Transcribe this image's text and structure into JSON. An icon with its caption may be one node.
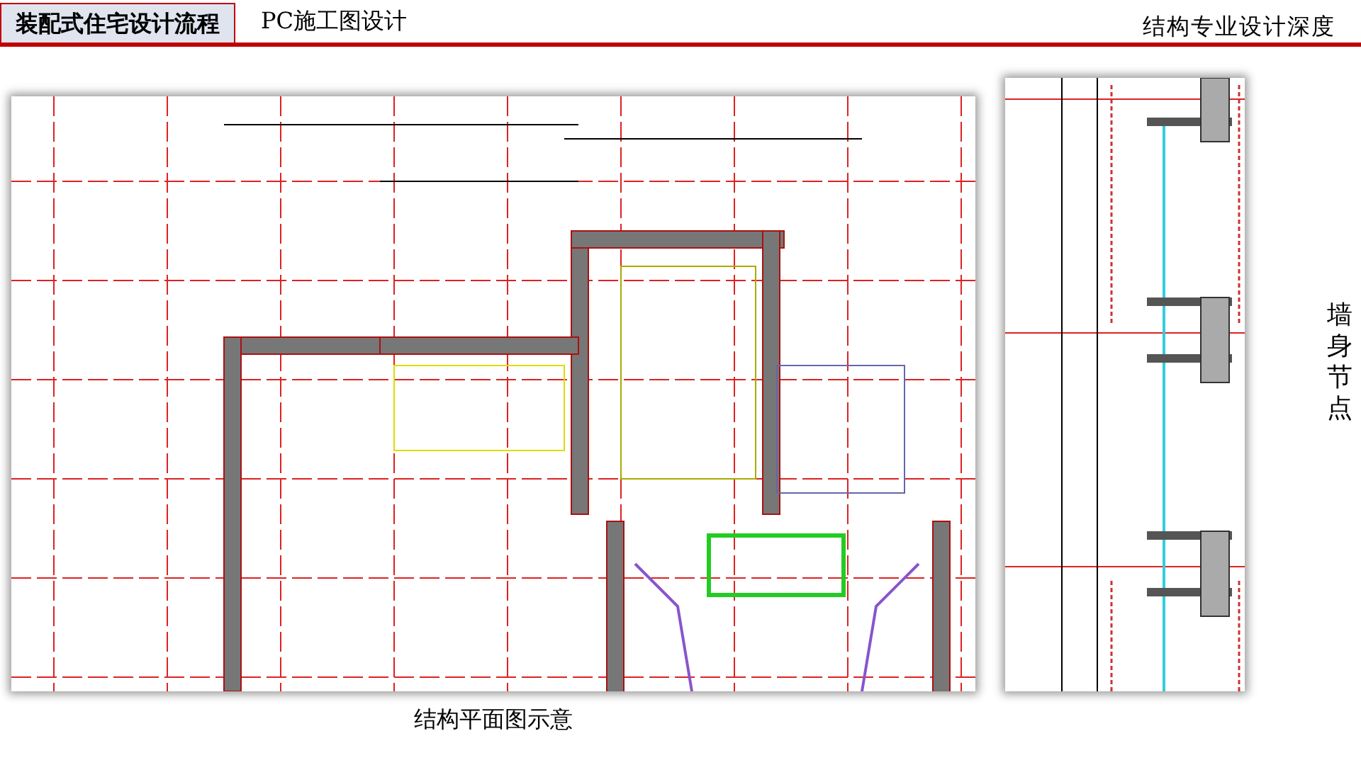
{
  "diagram": {
    "title": "装配式住宅设计流程",
    "nodes": [
      {
        "text": [],
        "shape": "picture",
        "beside": [
          "结构平面图示意"
        ]
      },
      {
        "text": [],
        "shape": "picture",
        "beside": [
          "墙身节点"
        ]
      }
    ],
    "labels": [
      "PC施工图设计",
      "结构专业设计深度"
    ]
  }
}
